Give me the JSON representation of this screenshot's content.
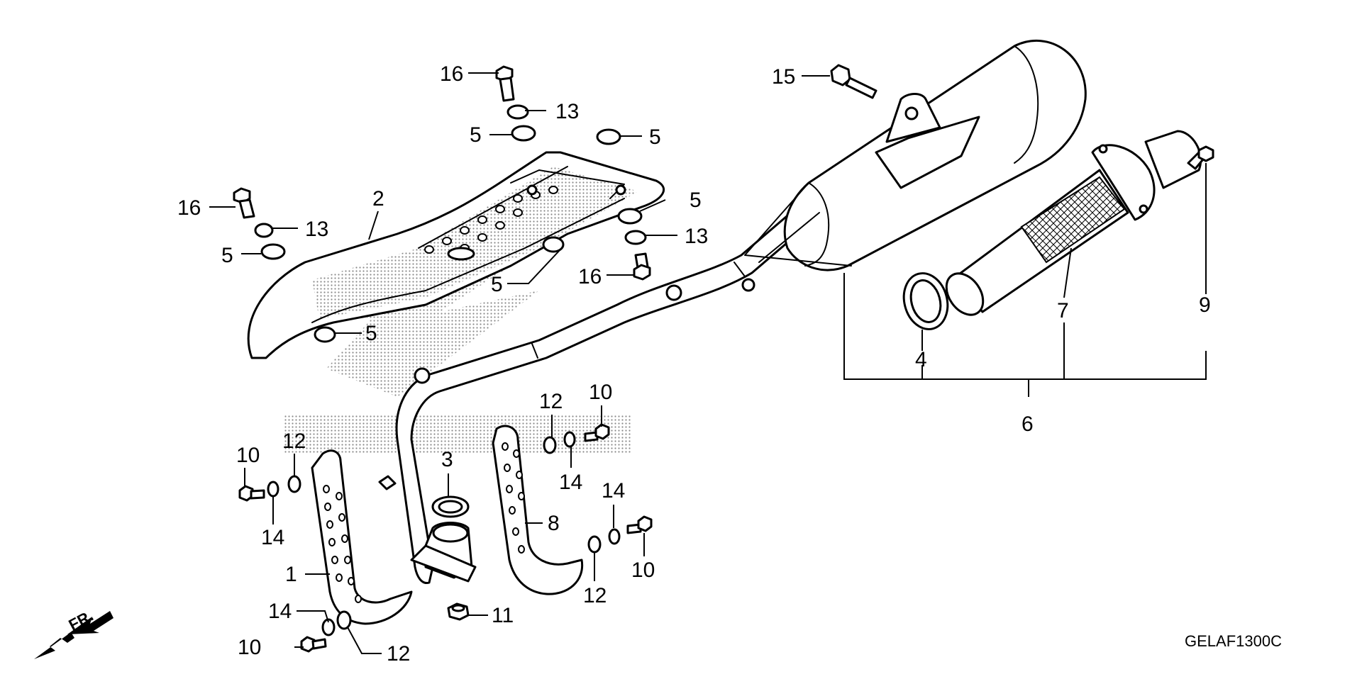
{
  "diagram_code": "GELAF1300C",
  "front_label": "FR.",
  "callouts": {
    "p1": "1",
    "p2": "2",
    "p3": "3",
    "p4": "4",
    "p5a": "5",
    "p5b": "5",
    "p5c": "5",
    "p5d": "5",
    "p5e": "5",
    "p5f": "5",
    "p6": "6",
    "p7": "7",
    "p8": "8",
    "p9": "9",
    "p10a": "10",
    "p10b": "10",
    "p10c": "10",
    "p10d": "10",
    "p11": "11",
    "p12a": "12",
    "p12b": "12",
    "p12c": "12",
    "p12d": "12",
    "p13a": "13",
    "p13b": "13",
    "p13c": "13",
    "p14a": "14",
    "p14b": "14",
    "p14c": "14",
    "p14d": "14",
    "p15": "15",
    "p16a": "16",
    "p16b": "16",
    "p16c": "16"
  },
  "colors": {
    "line": "#000000",
    "background": "#ffffff",
    "watermark": "#bfbfbf"
  }
}
